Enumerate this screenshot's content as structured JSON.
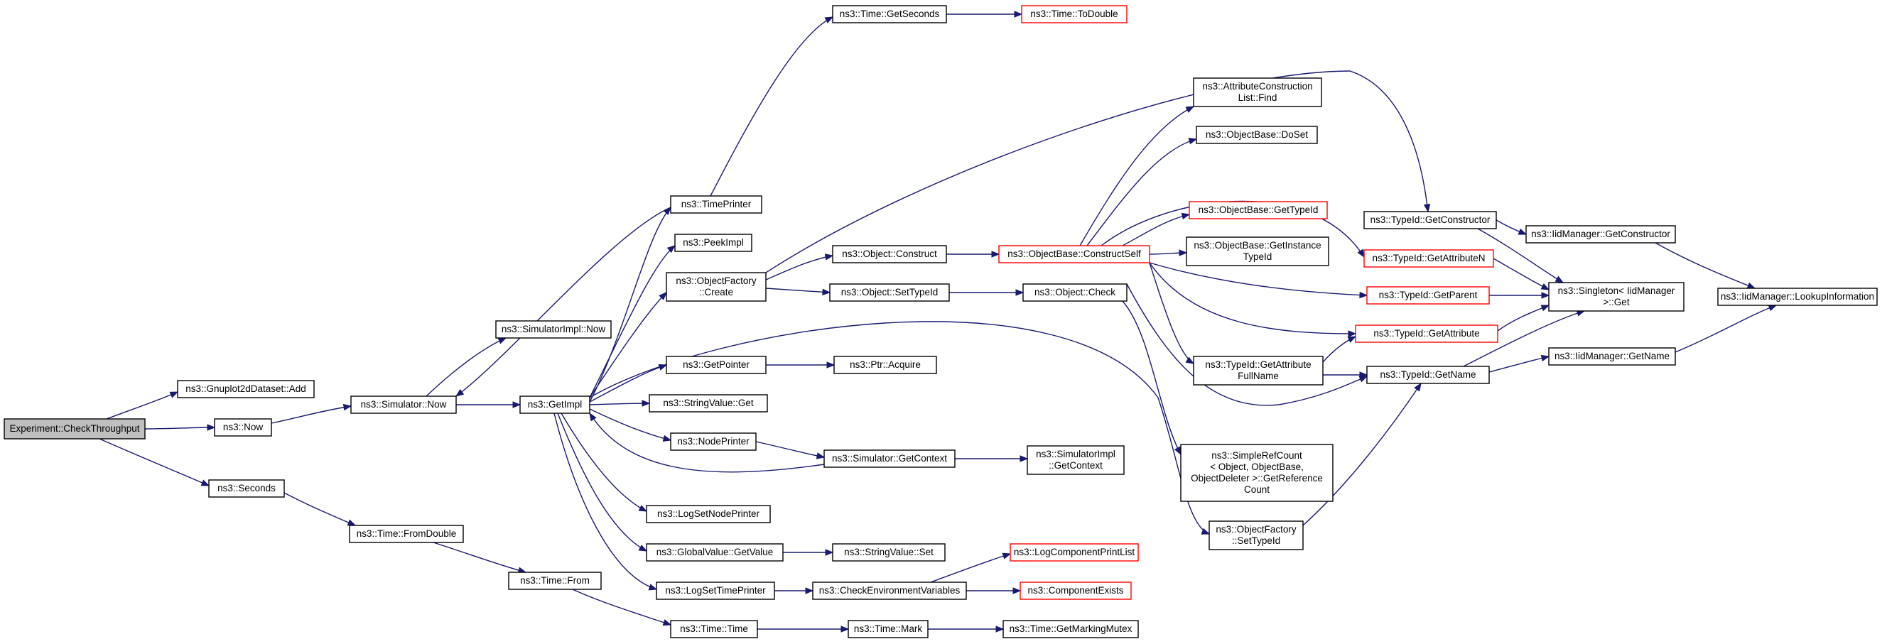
{
  "nodes": [
    {
      "id": "n0",
      "label": [
        "Experiment::CheckThroughput"
      ],
      "style": "root"
    },
    {
      "id": "n1",
      "label": [
        "ns3::Gnuplot2dDataset::Add"
      ],
      "style": "normal"
    },
    {
      "id": "n2",
      "label": [
        "ns3::Now"
      ],
      "style": "normal"
    },
    {
      "id": "n3",
      "label": [
        "ns3::Seconds"
      ],
      "style": "normal"
    },
    {
      "id": "n4",
      "label": [
        "ns3::Simulator::Now"
      ],
      "style": "normal"
    },
    {
      "id": "n5",
      "label": [
        "ns3::SimulatorImpl::Now"
      ],
      "style": "normal"
    },
    {
      "id": "n6",
      "label": [
        "ns3::GetImpl"
      ],
      "style": "normal"
    },
    {
      "id": "n7",
      "label": [
        "ns3::Time::FromDouble"
      ],
      "style": "normal"
    },
    {
      "id": "n8",
      "label": [
        "ns3::Time::From"
      ],
      "style": "normal"
    },
    {
      "id": "n9",
      "label": [
        "ns3::TimePrinter"
      ],
      "style": "normal"
    },
    {
      "id": "n10",
      "label": [
        "ns3::PeekImpl"
      ],
      "style": "normal"
    },
    {
      "id": "n11",
      "label": [
        "ns3::ObjectFactory",
        "::Create"
      ],
      "style": "normal"
    },
    {
      "id": "n12",
      "label": [
        "ns3::GetPointer"
      ],
      "style": "normal"
    },
    {
      "id": "n13",
      "label": [
        "ns3::StringValue::Get"
      ],
      "style": "normal"
    },
    {
      "id": "n14",
      "label": [
        "ns3::NodePrinter"
      ],
      "style": "normal"
    },
    {
      "id": "n15",
      "label": [
        "ns3::LogSetNodePrinter"
      ],
      "style": "normal"
    },
    {
      "id": "n16",
      "label": [
        "ns3::GlobalValue::GetValue"
      ],
      "style": "normal"
    },
    {
      "id": "n17",
      "label": [
        "ns3::LogSetTimePrinter"
      ],
      "style": "normal"
    },
    {
      "id": "n18",
      "label": [
        "ns3::Time::Time"
      ],
      "style": "normal"
    },
    {
      "id": "n19",
      "label": [
        "ns3::Time::GetSeconds"
      ],
      "style": "normal"
    },
    {
      "id": "n20",
      "label": [
        "ns3::Time::ToDouble"
      ],
      "style": "truncated"
    },
    {
      "id": "n21",
      "label": [
        "ns3::Object::Construct"
      ],
      "style": "normal"
    },
    {
      "id": "n22",
      "label": [
        "ns3::Object::SetTypeId"
      ],
      "style": "normal"
    },
    {
      "id": "n23",
      "label": [
        "ns3::Ptr::Acquire"
      ],
      "style": "normal"
    },
    {
      "id": "n24",
      "label": [
        "ns3::Simulator::GetContext"
      ],
      "style": "normal"
    },
    {
      "id": "n25",
      "label": [
        "ns3::StringValue::Set"
      ],
      "style": "normal"
    },
    {
      "id": "n26",
      "label": [
        "ns3::CheckEnvironmentVariables"
      ],
      "style": "normal"
    },
    {
      "id": "n27",
      "label": [
        "ns3::Time::Mark"
      ],
      "style": "normal"
    },
    {
      "id": "n28",
      "label": [
        "ns3::ObjectBase::ConstructSelf"
      ],
      "style": "truncated"
    },
    {
      "id": "n29",
      "label": [
        "ns3::Object::Check"
      ],
      "style": "normal"
    },
    {
      "id": "n30",
      "label": [
        "ns3::SimulatorImpl",
        "::GetContext"
      ],
      "style": "normal"
    },
    {
      "id": "n31",
      "label": [
        "ns3::LogComponentPrintList"
      ],
      "style": "truncated"
    },
    {
      "id": "n32",
      "label": [
        "ns3::ComponentExists"
      ],
      "style": "truncated"
    },
    {
      "id": "n33",
      "label": [
        "ns3::Time::GetMarkingMutex"
      ],
      "style": "normal"
    },
    {
      "id": "n34",
      "label": [
        "ns3::AttributeConstruction",
        "List::Find"
      ],
      "style": "normal"
    },
    {
      "id": "n35",
      "label": [
        "ns3::ObjectBase::DoSet"
      ],
      "style": "normal"
    },
    {
      "id": "n36",
      "label": [
        "ns3::ObjectBase::GetTypeId"
      ],
      "style": "truncated"
    },
    {
      "id": "n37",
      "label": [
        "ns3::ObjectBase::GetInstance",
        "TypeId"
      ],
      "style": "normal"
    },
    {
      "id": "n38",
      "label": [
        "ns3::TypeId::GetAttribute",
        "FullName"
      ],
      "style": "normal"
    },
    {
      "id": "n39",
      "label": [
        "ns3::SimpleRefCount",
        "< Object, ObjectBase,",
        "ObjectDeleter >::GetReference",
        "Count"
      ],
      "style": "normal"
    },
    {
      "id": "n40",
      "label": [
        "ns3::ObjectFactory",
        "::SetTypeId"
      ],
      "style": "normal"
    },
    {
      "id": "n41",
      "label": [
        "ns3::TypeId::GetConstructor"
      ],
      "style": "normal"
    },
    {
      "id": "n42",
      "label": [
        "ns3::TypeId::GetAttributeN"
      ],
      "style": "truncated"
    },
    {
      "id": "n43",
      "label": [
        "ns3::TypeId::GetParent"
      ],
      "style": "truncated"
    },
    {
      "id": "n44",
      "label": [
        "ns3::TypeId::GetAttribute"
      ],
      "style": "truncated"
    },
    {
      "id": "n45",
      "label": [
        "ns3::TypeId::GetName"
      ],
      "style": "normal"
    },
    {
      "id": "n46",
      "label": [
        "ns3::IidManager::GetConstructor"
      ],
      "style": "normal"
    },
    {
      "id": "n47",
      "label": [
        "ns3::Singleton< IidManager",
        " >::Get"
      ],
      "style": "normal"
    },
    {
      "id": "n48",
      "label": [
        "ns3::IidManager::GetName"
      ],
      "style": "normal"
    },
    {
      "id": "n49",
      "label": [
        "ns3::IidManager::LookupInformation"
      ],
      "style": "normal"
    }
  ],
  "edges": [
    [
      "n0",
      "n1"
    ],
    [
      "n0",
      "n2"
    ],
    [
      "n0",
      "n3"
    ],
    [
      "n2",
      "n4"
    ],
    [
      "n3",
      "n7"
    ],
    [
      "n4",
      "n5"
    ],
    [
      "n4",
      "n6"
    ],
    [
      "n7",
      "n8"
    ],
    [
      "n8",
      "n18"
    ],
    [
      "n6",
      "n9"
    ],
    [
      "n6",
      "n10"
    ],
    [
      "n6",
      "n11"
    ],
    [
      "n6",
      "n12"
    ],
    [
      "n6",
      "n13"
    ],
    [
      "n6",
      "n14"
    ],
    [
      "n6",
      "n15"
    ],
    [
      "n6",
      "n16"
    ],
    [
      "n6",
      "n17"
    ],
    [
      "n6",
      "n40"
    ],
    [
      "n6",
      "n9"
    ],
    [
      "n9",
      "n19"
    ],
    [
      "n9",
      "n4"
    ],
    [
      "n19",
      "n20"
    ],
    [
      "n11",
      "n21"
    ],
    [
      "n11",
      "n22"
    ],
    [
      "n11",
      "n41"
    ],
    [
      "n12",
      "n23"
    ],
    [
      "n14",
      "n24"
    ],
    [
      "n24",
      "n6"
    ],
    [
      "n24",
      "n30"
    ],
    [
      "n16",
      "n25"
    ],
    [
      "n17",
      "n26"
    ],
    [
      "n26",
      "n31"
    ],
    [
      "n26",
      "n32"
    ],
    [
      "n18",
      "n27"
    ],
    [
      "n27",
      "n33"
    ],
    [
      "n21",
      "n28"
    ],
    [
      "n22",
      "n29"
    ],
    [
      "n29",
      "n39"
    ],
    [
      "n29",
      "n45"
    ],
    [
      "n28",
      "n34"
    ],
    [
      "n28",
      "n35"
    ],
    [
      "n28",
      "n36"
    ],
    [
      "n28",
      "n37"
    ],
    [
      "n28",
      "n42"
    ],
    [
      "n28",
      "n43"
    ],
    [
      "n28",
      "n44"
    ],
    [
      "n28",
      "n38"
    ],
    [
      "n38",
      "n44"
    ],
    [
      "n38",
      "n45"
    ],
    [
      "n40",
      "n45"
    ],
    [
      "n41",
      "n46"
    ],
    [
      "n41",
      "n47"
    ],
    [
      "n42",
      "n47"
    ],
    [
      "n43",
      "n47"
    ],
    [
      "n44",
      "n47"
    ],
    [
      "n45",
      "n47"
    ],
    [
      "n45",
      "n48"
    ],
    [
      "n46",
      "n49"
    ],
    [
      "n48",
      "n49"
    ]
  ]
}
